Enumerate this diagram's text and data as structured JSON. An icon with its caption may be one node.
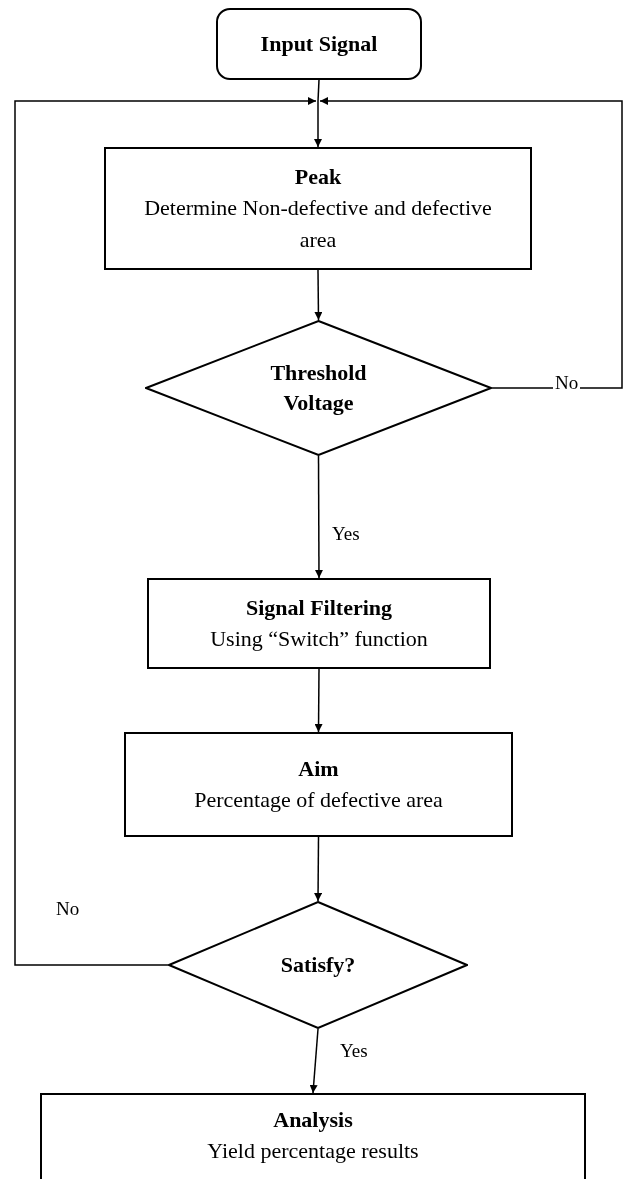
{
  "diagram": {
    "nodes": [
      {
        "text": [
          "Input Signal"
        ]
      },
      {
        "text": [
          "Peak",
          "Determine Non-defective and defective area"
        ]
      },
      {
        "text": [
          "Threshold Voltage"
        ]
      },
      {
        "text": [
          "Signal Filtering",
          "Using “Switch” function"
        ]
      },
      {
        "text": [
          "Aim",
          "Percentage of defective area"
        ]
      },
      {
        "text": [
          "Satisfy?"
        ]
      },
      {
        "text": [
          "Analysis",
          "Yield percentage results"
        ]
      }
    ],
    "edges": [
      {
        "from": 0,
        "to": 1,
        "arrow": "to"
      },
      {
        "from": 1,
        "to": 2,
        "arrow": "to"
      },
      {
        "from": 2,
        "to": 1,
        "arrow": "to",
        "label": "No"
      },
      {
        "from": 2,
        "to": 3,
        "arrow": "to",
        "label": "Yes"
      },
      {
        "from": 3,
        "to": 4,
        "arrow": "to"
      },
      {
        "from": 4,
        "to": 5,
        "arrow": "to"
      },
      {
        "from": 5,
        "to": 1,
        "arrow": "to",
        "label": "No"
      },
      {
        "from": 5,
        "to": 6,
        "arrow": "to",
        "label": "Yes"
      }
    ]
  }
}
